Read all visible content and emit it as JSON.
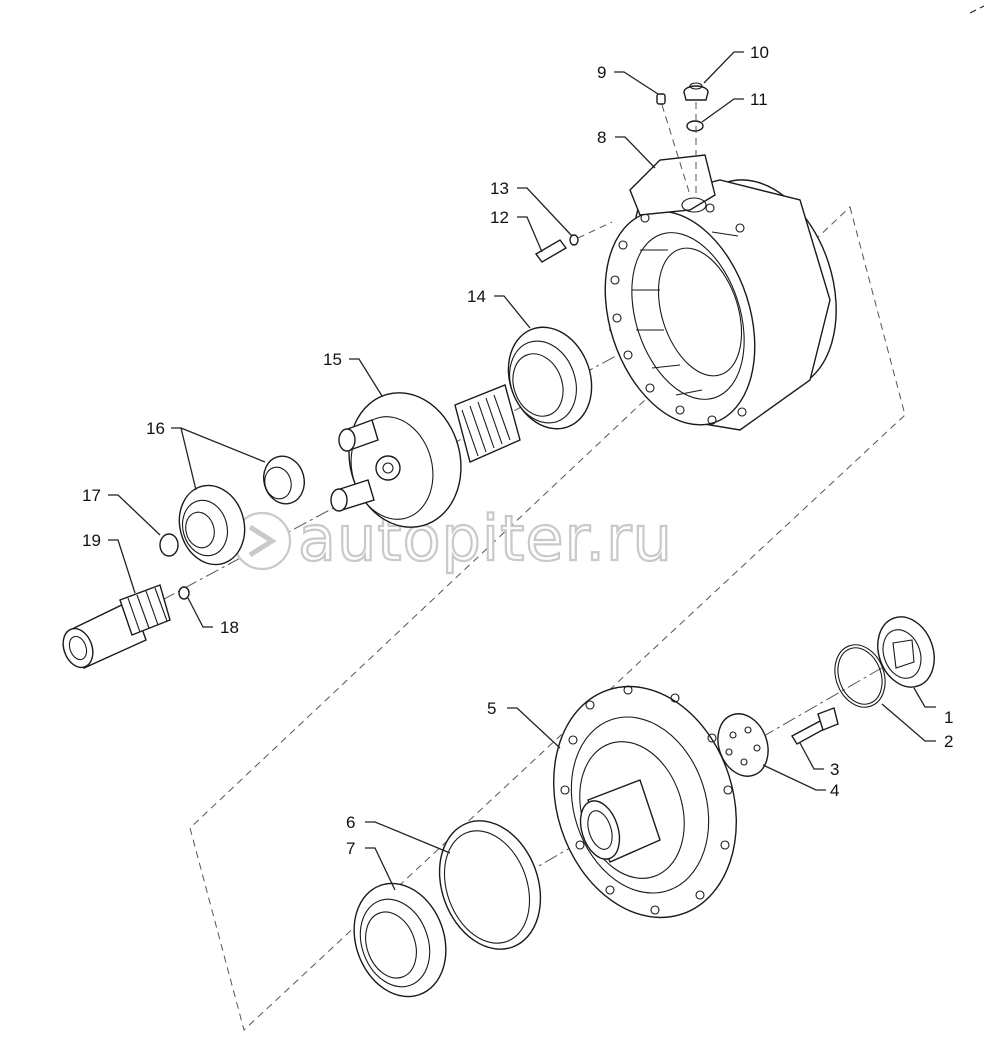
{
  "diagram": {
    "watermark": "autopiter.ru",
    "labels": [
      {
        "id": "1",
        "text": "1"
      },
      {
        "id": "2",
        "text": "2"
      },
      {
        "id": "3",
        "text": "3"
      },
      {
        "id": "4",
        "text": "4"
      },
      {
        "id": "5",
        "text": "5"
      },
      {
        "id": "6",
        "text": "6"
      },
      {
        "id": "7",
        "text": "7"
      },
      {
        "id": "8",
        "text": "8"
      },
      {
        "id": "9",
        "text": "9"
      },
      {
        "id": "10",
        "text": "10"
      },
      {
        "id": "11",
        "text": "11"
      },
      {
        "id": "12",
        "text": "12"
      },
      {
        "id": "13",
        "text": "13"
      },
      {
        "id": "14",
        "text": "14"
      },
      {
        "id": "15",
        "text": "15"
      },
      {
        "id": "16",
        "text": "16"
      },
      {
        "id": "17",
        "text": "17"
      },
      {
        "id": "18",
        "text": "18"
      },
      {
        "id": "19",
        "text": "19"
      }
    ]
  }
}
